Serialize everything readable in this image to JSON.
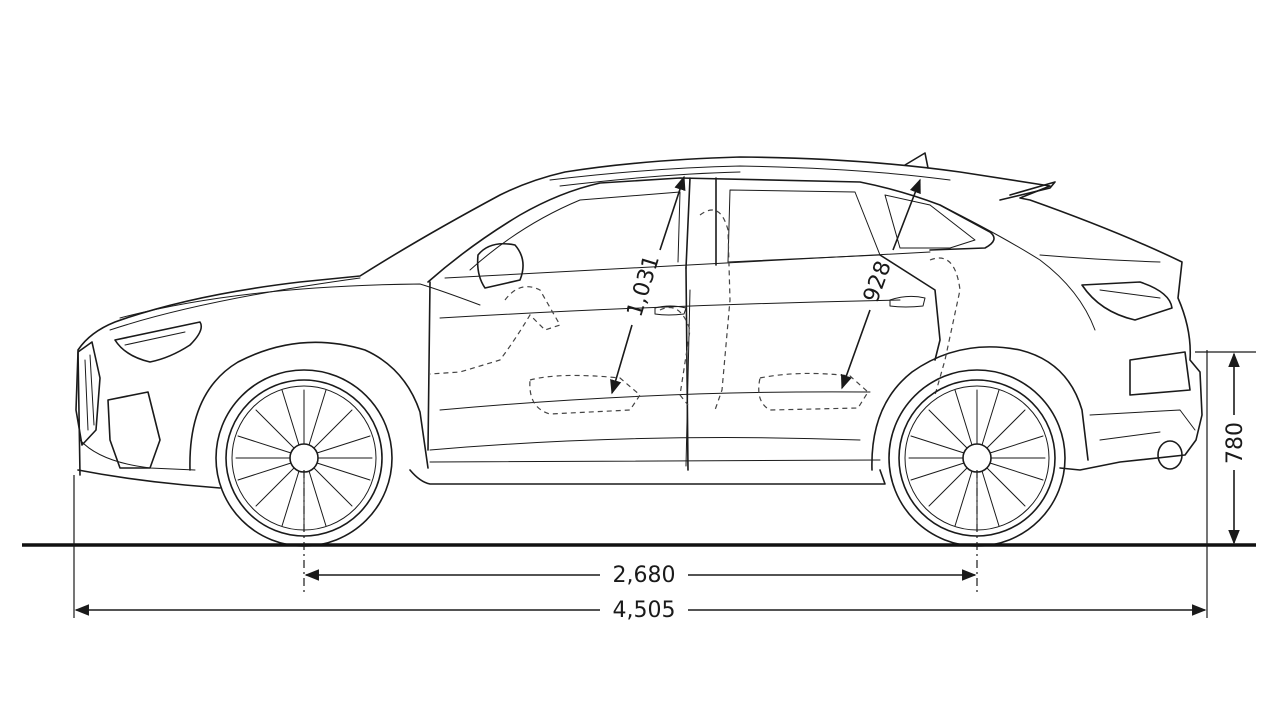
{
  "dimensions": {
    "wheelbase": "2,680",
    "overall_length": "4,505",
    "front_headroom": "1,031",
    "rear_headroom": "928",
    "rear_overhang_height": "780"
  },
  "colors": {
    "line": "#1a1a1a",
    "background": "#ffffff"
  }
}
